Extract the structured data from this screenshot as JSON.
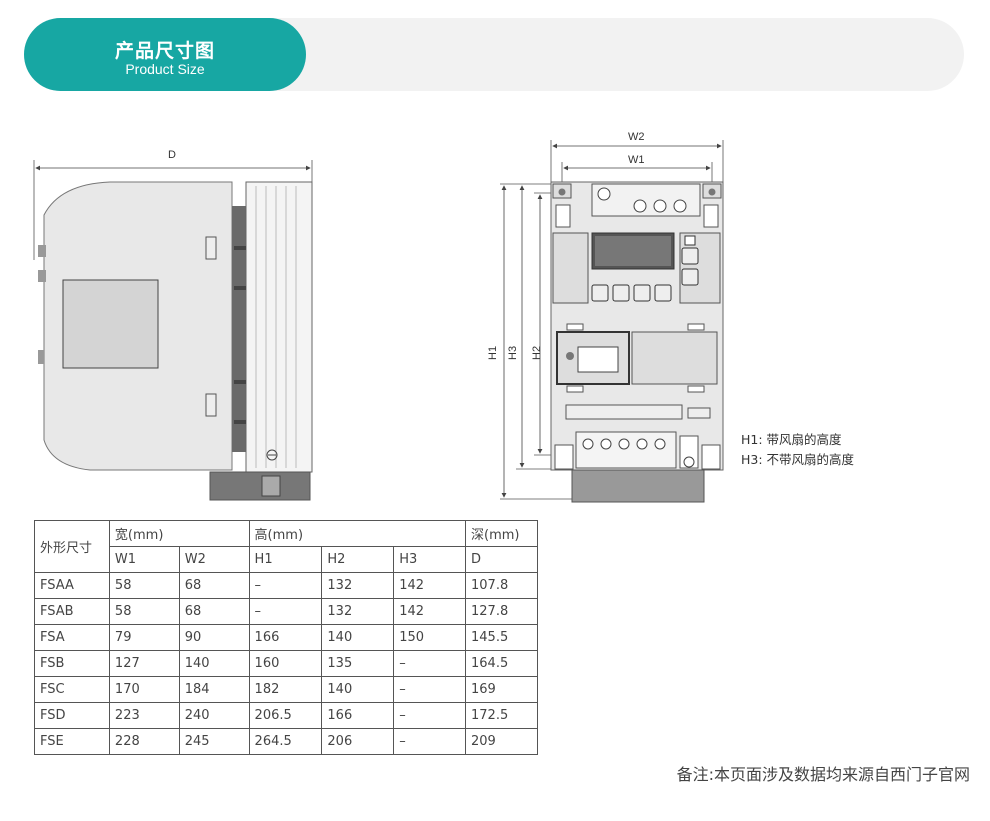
{
  "header": {
    "title_zh": "产品尺寸图",
    "title_en": "Product Size"
  },
  "drawing": {
    "side_view": {
      "dim_d": "D"
    },
    "front_view": {
      "dim_w2": "W2",
      "dim_w1": "W1",
      "dim_h1": "H1",
      "dim_h3": "H3",
      "dim_h2": "H2"
    },
    "legend": {
      "h1": "H1: 带风扇的高度",
      "h3": "H3: 不带风扇的高度"
    }
  },
  "table": {
    "col_frame": "外形尺寸",
    "group_width": "宽(mm)",
    "group_height": "高(mm)",
    "group_depth": "深(mm)",
    "sub": [
      "W1",
      "W2",
      "H1",
      "H2",
      "H3",
      "D"
    ],
    "rows": [
      [
        "FSAA",
        "58",
        "68",
        "–",
        "132",
        "142",
        "107.8"
      ],
      [
        "FSAB",
        "58",
        "68",
        "–",
        "132",
        "142",
        "127.8"
      ],
      [
        "FSA",
        "79",
        "90",
        "166",
        "140",
        "150",
        "145.5"
      ],
      [
        "FSB",
        "127",
        "140",
        "160",
        "135",
        "–",
        "164.5"
      ],
      [
        "FSC",
        "170",
        "184",
        "182",
        "140",
        "–",
        "169"
      ],
      [
        "FSD",
        "223",
        "240",
        "206.5",
        "166",
        "–",
        "172.5"
      ],
      [
        "FSE",
        "228",
        "245",
        "264.5",
        "206",
        "–",
        "209"
      ]
    ]
  },
  "footer": {
    "note": "备注:本页面涉及数据均来源自西门子官网"
  },
  "colors": {
    "accent": "#17a7a3",
    "banner_bg": "#f2f2f2"
  }
}
